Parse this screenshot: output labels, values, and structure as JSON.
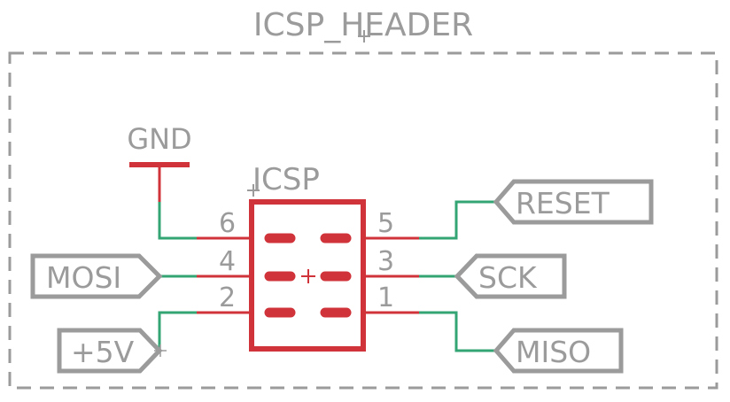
{
  "sheet": {
    "title": "ICSP_HEADER"
  },
  "component": {
    "name": "ICSP",
    "pins": [
      "6",
      "5",
      "4",
      "3",
      "2",
      "1"
    ]
  },
  "power": {
    "gnd": "GND"
  },
  "nets": {
    "reset": "RESET",
    "mosi": "MOSI",
    "sck": "SCK",
    "vcc": "+5V",
    "miso": "MISO"
  },
  "colors": {
    "frame": "#9b9b9b",
    "body": "#d0343a",
    "wire": "#33a473",
    "label": "#9b9b9b",
    "origin": "#9b9b9b"
  }
}
